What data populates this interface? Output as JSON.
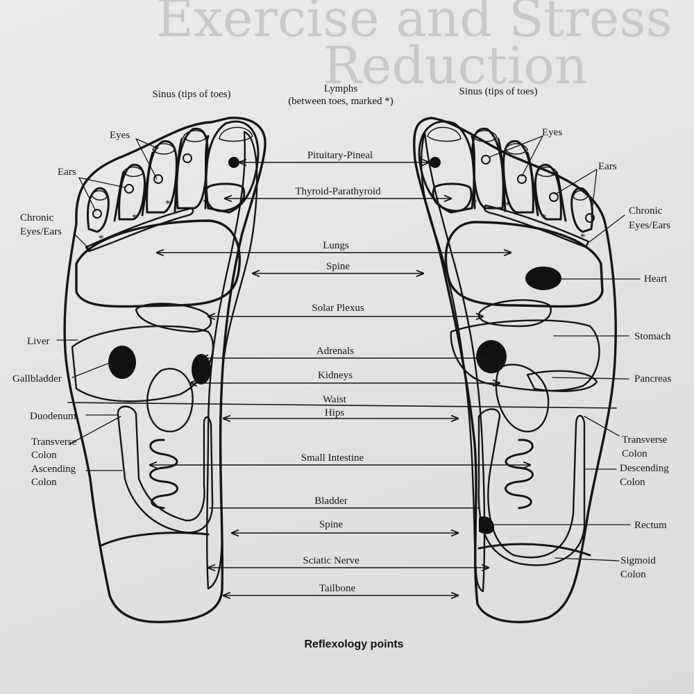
{
  "bleed_through": {
    "title_line_1": "Exercise and Stress",
    "title_line_2": "Reduction"
  },
  "caption": "Reflexology points",
  "top_labels": {
    "sinus_left": "Sinus (tips of toes)",
    "sinus_right": "Sinus (tips of toes)",
    "lymphs_line_1": "Lymphs",
    "lymphs_line_2": "(between toes, marked *)"
  },
  "center_labels": {
    "pituitary_pineal": "Pituitary-Pineal",
    "thyroid_parathyroid": "Thyroid-Parathyroid",
    "lungs": "Lungs",
    "spine_upper": "Spine",
    "solar_plexus": "Solar Plexus",
    "adrenals": "Adrenals",
    "kidneys": "Kidneys",
    "waist": "Waist",
    "hips": "Hips",
    "small_intestine": "Small Intestine",
    "bladder": "Bladder",
    "spine_lower": "Spine",
    "sciatic_nerve": "Sciatic Nerve",
    "tailbone": "Tailbone"
  },
  "left_labels": {
    "eyes": "Eyes",
    "ears": "Ears",
    "chronic_1": "Chronic",
    "chronic_2": "Eyes/Ears",
    "liver": "Liver",
    "gallbladder": "Gallbladder",
    "duodenum": "Duodenum",
    "transverse_1": "Transverse",
    "transverse_2": "Colon",
    "ascending_1": "Ascending",
    "ascending_2": "Colon"
  },
  "right_labels": {
    "eyes": "Eyes",
    "ears": "Ears",
    "chronic_1": "Chronic",
    "chronic_2": "Eyes/Ears",
    "heart": "Heart",
    "stomach": "Stomach",
    "pancreas": "Pancreas",
    "transverse_1": "Transverse",
    "transverse_2": "Colon",
    "descending_1": "Descending",
    "descending_2": "Colon",
    "rectum": "Rectum",
    "sigmoid_1": "Sigmoid",
    "sigmoid_2": "Colon"
  },
  "lymph_marker": "*",
  "colors": {
    "ink": "#151515",
    "paper": "#e6e6e4",
    "bleed": "#c9c9c7"
  }
}
